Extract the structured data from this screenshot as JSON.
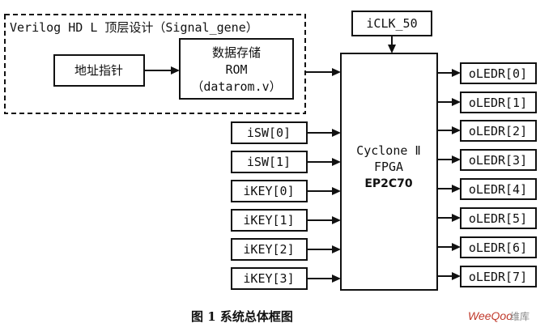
{
  "hdl_group": {
    "title": "Verilog HD L 顶层设计（Signal_gene）",
    "pointer_label": "地址指针",
    "rom_lines": [
      "数据存储",
      "ROM",
      "（datarom.v）"
    ]
  },
  "clock": {
    "label": "iCLK_50"
  },
  "fpga": {
    "lines": [
      "Cyclone Ⅱ",
      "FPGA",
      "EP2C70"
    ]
  },
  "inputs": [
    "iSW[0]",
    "iSW[1]",
    "iKEY[0]",
    "iKEY[1]",
    "iKEY[2]",
    "iKEY[3]"
  ],
  "outputs": [
    "oLEDR[0]",
    "oLEDR[1]",
    "oLEDR[2]",
    "oLEDR[3]",
    "oLEDR[4]",
    "oLEDR[5]",
    "oLEDR[6]",
    "oLEDR[7]"
  ],
  "caption": "图 1    系统总体框图",
  "watermark": {
    "brand": "WeeQoo",
    "suffix": "维库"
  }
}
